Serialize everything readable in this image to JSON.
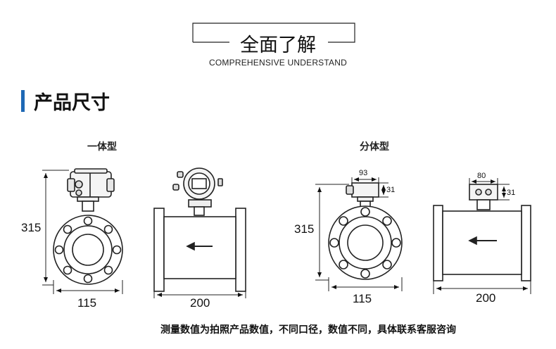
{
  "header": {
    "title": "全面了解",
    "subtitle": "COMPREHENSIVE UNDERSTAND"
  },
  "section": {
    "title": "产品尺寸",
    "accent_color": "#1e69b5"
  },
  "integrated": {
    "label": "一体型",
    "height_dim": "315",
    "width_dim": "115",
    "length_dim": "200"
  },
  "split": {
    "label": "分体型",
    "box_width_front": "93",
    "box_height_front": "31",
    "box_width_side": "80",
    "box_height_side": "31",
    "height_dim": "315",
    "width_dim": "115",
    "length_dim": "200"
  },
  "footnote": "测量数值为拍照产品数值，不同口径，数值不同，具体联系客服咨询"
}
